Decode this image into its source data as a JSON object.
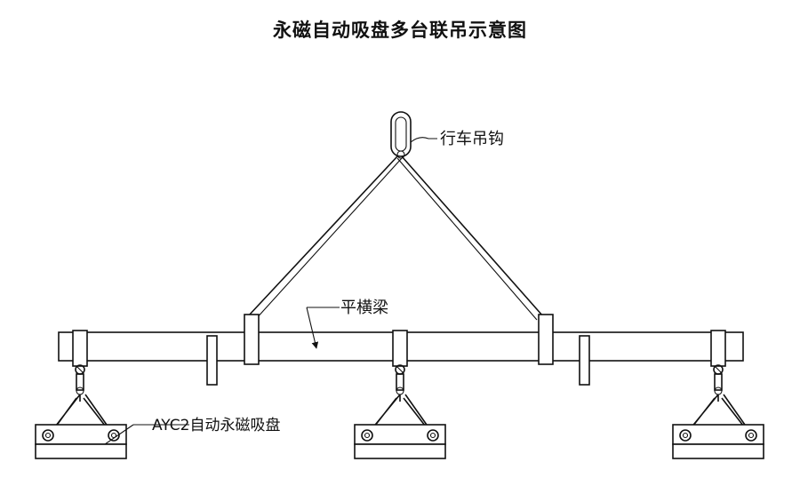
{
  "title": "永磁自动吸盘多台联吊示意图",
  "labels": {
    "hook": "行车吊钩",
    "beam": "平横梁",
    "chuck": "AYC2自动永磁吸盘"
  },
  "colors": {
    "line": "#111111",
    "background": "#ffffff"
  }
}
